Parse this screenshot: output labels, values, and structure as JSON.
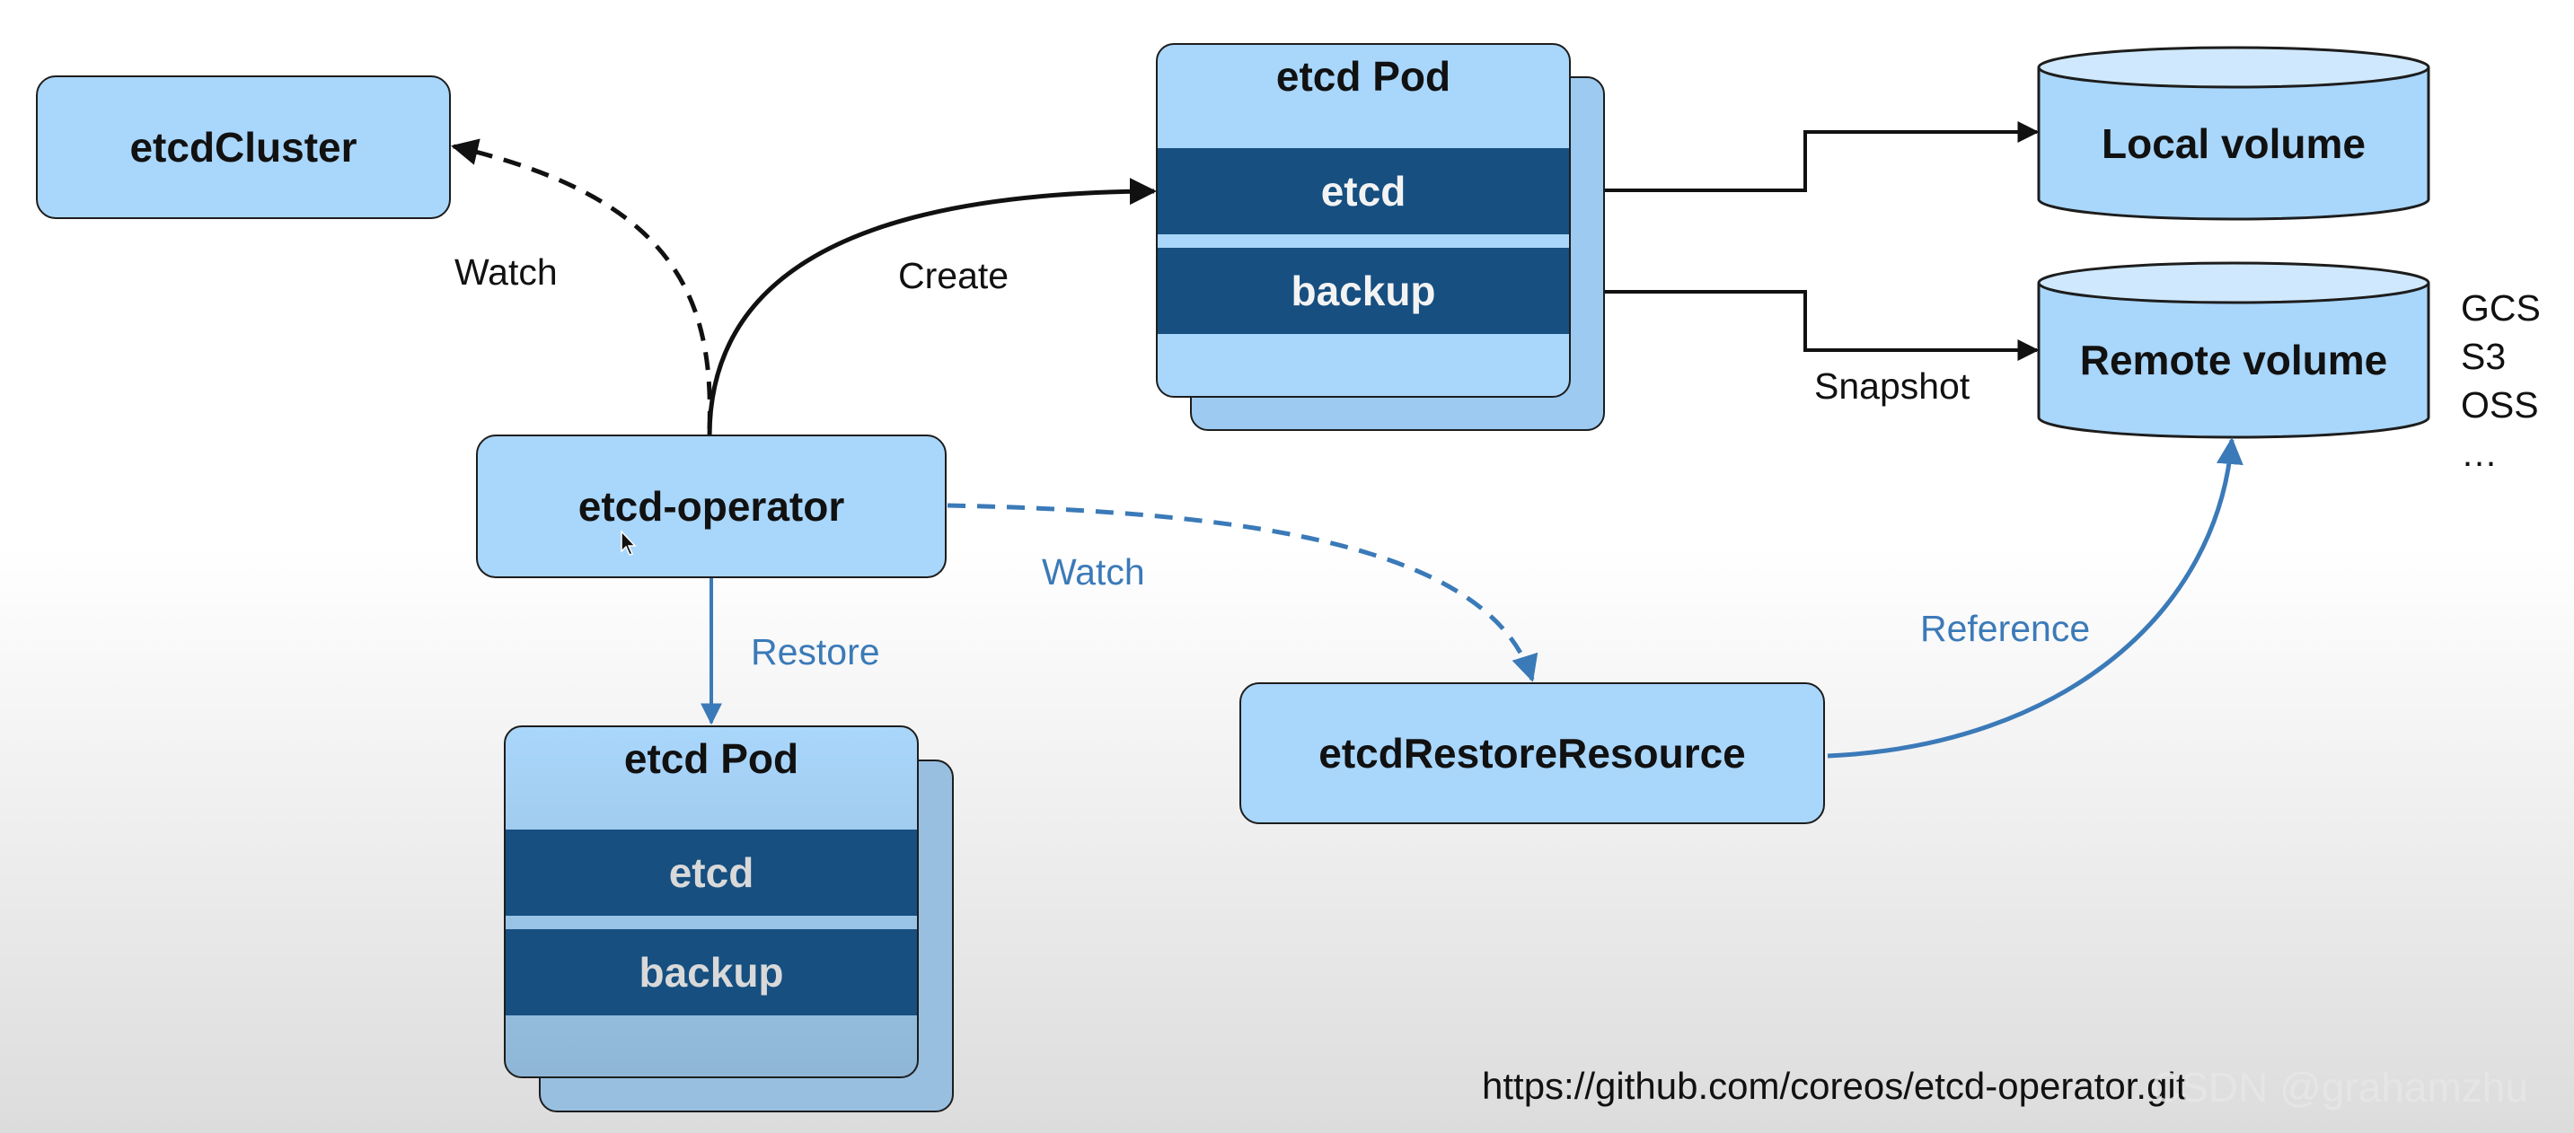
{
  "nodes": {
    "etcd_cluster": "etcdCluster",
    "etcd_operator": "etcd-operator",
    "etcd_restore_resource": "etcdRestoreResource"
  },
  "pod_top": {
    "title": "etcd Pod",
    "etcd": "etcd",
    "backup": "backup"
  },
  "pod_bottom": {
    "title": "etcd Pod",
    "etcd": "etcd",
    "backup": "backup"
  },
  "volumes": {
    "local": "Local volume",
    "remote": "Remote volume"
  },
  "edge_labels": {
    "watch_cluster": "Watch",
    "create": "Create",
    "snapshot": "Snapshot",
    "watch_restore": "Watch",
    "restore": "Restore",
    "reference": "Reference"
  },
  "storage_list": [
    "GCS",
    "S3",
    "OSS",
    "…"
  ],
  "url": "https://github.com/coreos/etcd-operator.git",
  "watermark": "CSDN @grahamzhu",
  "colors": {
    "node_fill": "#a9d6fb",
    "container_bar": "#164f80",
    "blue_edge": "#3b7ab8",
    "black_edge": "#111111"
  }
}
